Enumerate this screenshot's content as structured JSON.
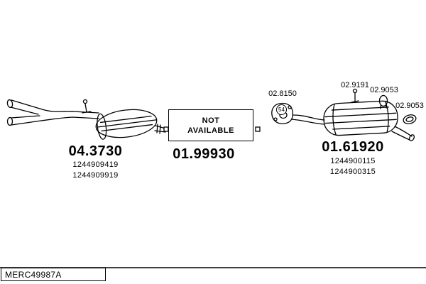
{
  "diagram": {
    "left_assembly": {
      "code": "04.3730",
      "part_numbers": [
        "1244909419",
        "1244909919"
      ]
    },
    "middle_assembly": {
      "not_available_line1": "NOT",
      "not_available_line2": "AVAILABLE",
      "code": "01.99930"
    },
    "right_assembly": {
      "code": "01.61920",
      "part_numbers": [
        "1244900115",
        "1244900315"
      ]
    },
    "fittings": {
      "gasket_code": "02.8150",
      "gasket_badge": "54",
      "clamp1_code": "02.9191",
      "clamp2_code": "02.9053",
      "ring_code": "02.9053"
    },
    "footer": {
      "reference": "MERC49987A"
    },
    "colors": {
      "line": "#000000",
      "background": "#ffffff"
    }
  }
}
